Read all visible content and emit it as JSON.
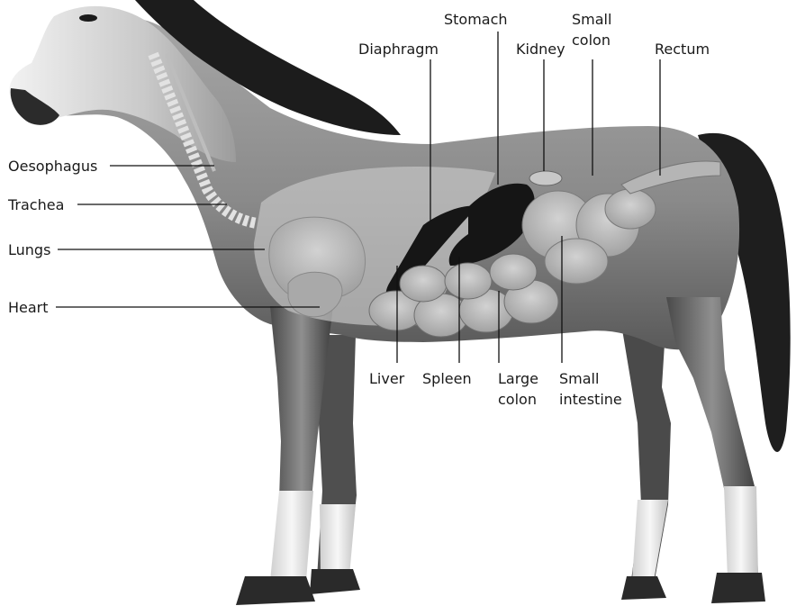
{
  "labels": {
    "oesophagus": "Oesophagus",
    "trachea": "Trachea",
    "lungs": "Lungs",
    "heart": "Heart",
    "diaphragm": "Diaphragm",
    "stomach": "Stomach",
    "kidney": "Kidney",
    "small_colon_line1": "Small",
    "small_colon_line2": "colon",
    "rectum": "Rectum",
    "liver": "Liver",
    "spleen": "Spleen",
    "large_colon_line1": "Large",
    "large_colon_line2": "colon",
    "small_intestine_line1": "Small",
    "small_intestine_line2": "intestine"
  },
  "colors": {
    "coat": "#8c8c8c",
    "mane": "#1c1c1c",
    "organs": "#b9b9b9",
    "dark_organs": "#151515",
    "white_markings": "#eeeeee"
  }
}
